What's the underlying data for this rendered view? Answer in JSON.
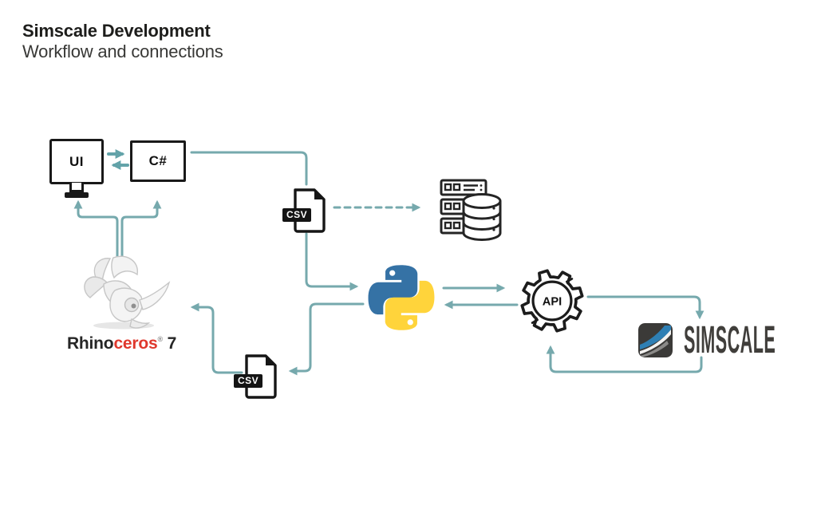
{
  "header": {
    "title": "Simscale Development",
    "subtitle": "Workflow and connections"
  },
  "nodes": {
    "ui": {
      "label": "UI"
    },
    "csharp": {
      "label": "C#"
    },
    "csv_top": {
      "label": "CSV"
    },
    "csv_bottom": {
      "label": "CSV"
    },
    "python": {
      "name": "Python"
    },
    "database": {
      "name": "Database server"
    },
    "api": {
      "label": "API"
    },
    "simscale": {
      "wordmark": "SIMSCALE"
    },
    "rhino": {
      "name_black": "Rhino",
      "name_red": "ceros",
      "registered": "®",
      "version": "7"
    }
  },
  "colors": {
    "connector": "#76a9ad",
    "connector_strong": "#63a3a9",
    "python_blue": "#3572a5",
    "python_yellow": "#ffd43b",
    "rhino_red": "#df382d",
    "simscale_blue": "#2e7fb4",
    "simscale_dark": "#3b3a38",
    "ink": "#1d1d1b"
  },
  "connections": [
    {
      "from": "ui",
      "to": "csharp",
      "style": "solid",
      "bidirectional": true
    },
    {
      "from": "rhino",
      "to": "ui",
      "style": "solid"
    },
    {
      "from": "rhino",
      "to": "csharp",
      "style": "solid"
    },
    {
      "from": "csharp",
      "to": "csv_top",
      "style": "solid"
    },
    {
      "from": "csv_top",
      "to": "database",
      "style": "dashed"
    },
    {
      "from": "csv_top",
      "to": "python",
      "style": "solid"
    },
    {
      "from": "python",
      "to": "api",
      "style": "solid"
    },
    {
      "from": "api",
      "to": "python",
      "style": "solid"
    },
    {
      "from": "api",
      "to": "simscale",
      "style": "solid"
    },
    {
      "from": "simscale",
      "to": "api",
      "style": "solid"
    },
    {
      "from": "python",
      "to": "csv_bottom",
      "style": "solid"
    },
    {
      "from": "csv_bottom",
      "to": "rhino",
      "style": "solid"
    }
  ]
}
